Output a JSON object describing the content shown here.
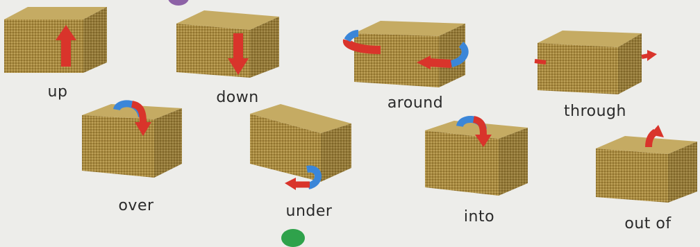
{
  "labels": {
    "up": "up",
    "down": "down",
    "around": "around",
    "through": "through",
    "over": "over",
    "under": "under",
    "into": "into",
    "out_of": "out of"
  },
  "colors": {
    "background": "#ededea",
    "box": "#a98a3f",
    "arrow_red": "#d9342b",
    "arrow_blue": "#3b86d8"
  },
  "icons": {
    "arrow": "arrow-icon",
    "box": "box-icon"
  }
}
